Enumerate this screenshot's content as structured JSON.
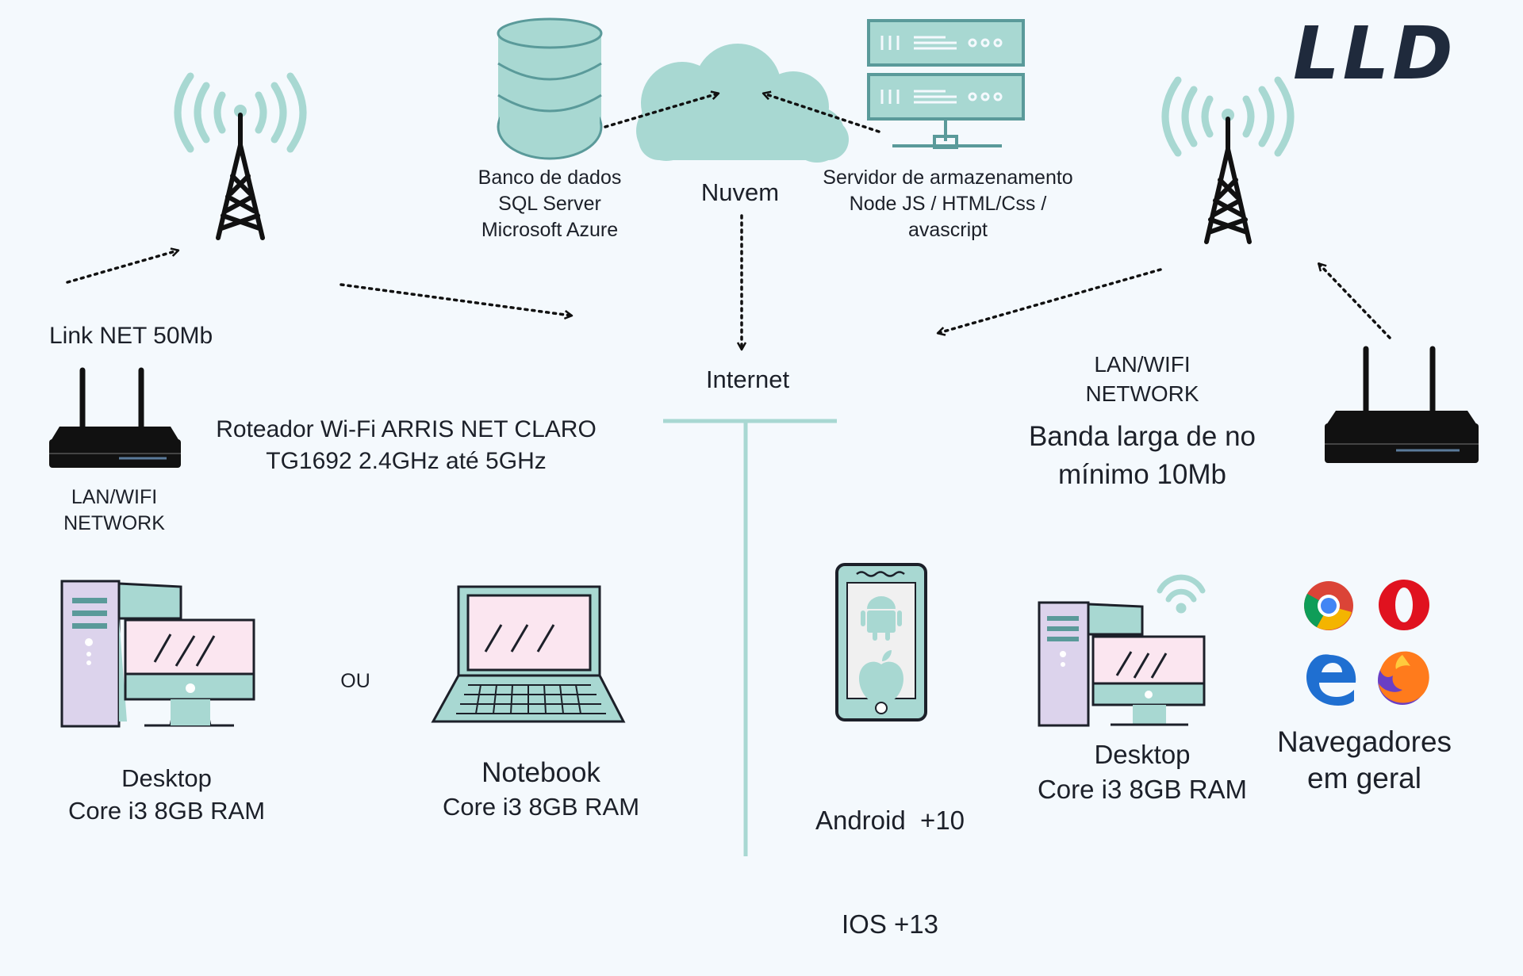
{
  "logo": "LLD",
  "cloud": {
    "label": "Nuvem"
  },
  "database": {
    "lines": [
      "Banco de dados",
      "SQL Server",
      "Microsoft Azure"
    ]
  },
  "server": {
    "lines": [
      "Servidor de armazenamento",
      "Node JS / HTML/Css /",
      "avascript"
    ]
  },
  "internet": {
    "label": "Internet"
  },
  "left": {
    "link": "Link NET 50Mb",
    "router_name": [
      "Roteador Wi-Fi ARRIS NET CLARO",
      "TG1692 2.4GHz até 5GHz"
    ],
    "network": [
      "LAN/WIFI",
      "NETWORK"
    ],
    "or": "OU",
    "desktop": [
      "Desktop",
      "Core i3 8GB RAM"
    ],
    "notebook": [
      "Notebook",
      "Core i3 8GB RAM"
    ]
  },
  "right": {
    "network": [
      "LAN/WIFI",
      "NETWORK"
    ],
    "broadband": [
      "Banda larga de no",
      "mínimo 10Mb"
    ],
    "mobile": [
      "Android  +10",
      "IOS +13"
    ],
    "desktop": [
      "Desktop",
      "Core i3 8GB RAM"
    ],
    "browsers": [
      "Navegadores",
      "em geral"
    ]
  },
  "colors": {
    "background": "#f4f9fd",
    "teal": "#a8d8d2",
    "dark_teal": "#5a9a9a",
    "pink": "#fbe6f0",
    "lavender": "#dcd3ec",
    "dark": "#1c2029"
  }
}
